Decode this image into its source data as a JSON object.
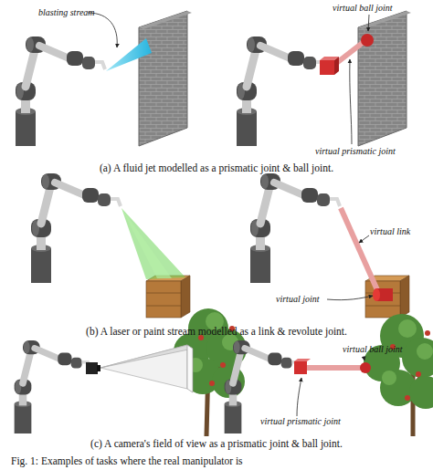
{
  "diagram": {
    "caption": "Fig. 1: Examples of tasks where the real manipulator is",
    "labels": [
      "blasting stream",
      "virtual ball joint",
      "virtual prismatic joint",
      "(a) A fluid jet modelled as a prismatic joint & ball joint.",
      "virtual link",
      "virtual joint",
      "(b) A laser or paint stream modelled as a link & revolute joint.",
      "virtual ball joint",
      "virtual prismatic joint",
      "(c) A camera's field of view as a prismatic joint & ball joint."
    ]
  }
}
